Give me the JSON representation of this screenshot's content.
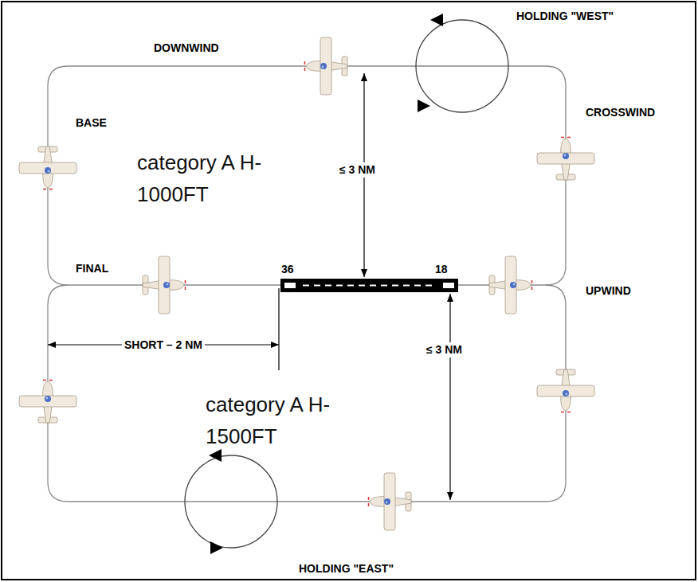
{
  "diagram": {
    "labels": [
      "DOWNWIND",
      "HOLDING \"WEST\"",
      "BASE",
      "CROSSWIND",
      "category A H-1000FT",
      "≤ 3 NM",
      "FINAL",
      "36",
      "18",
      "UPWIND",
      "SHORT – 2 NM",
      "≤ 3 NM",
      "category A H-1500FT",
      "HOLDING \"EAST\""
    ]
  }
}
